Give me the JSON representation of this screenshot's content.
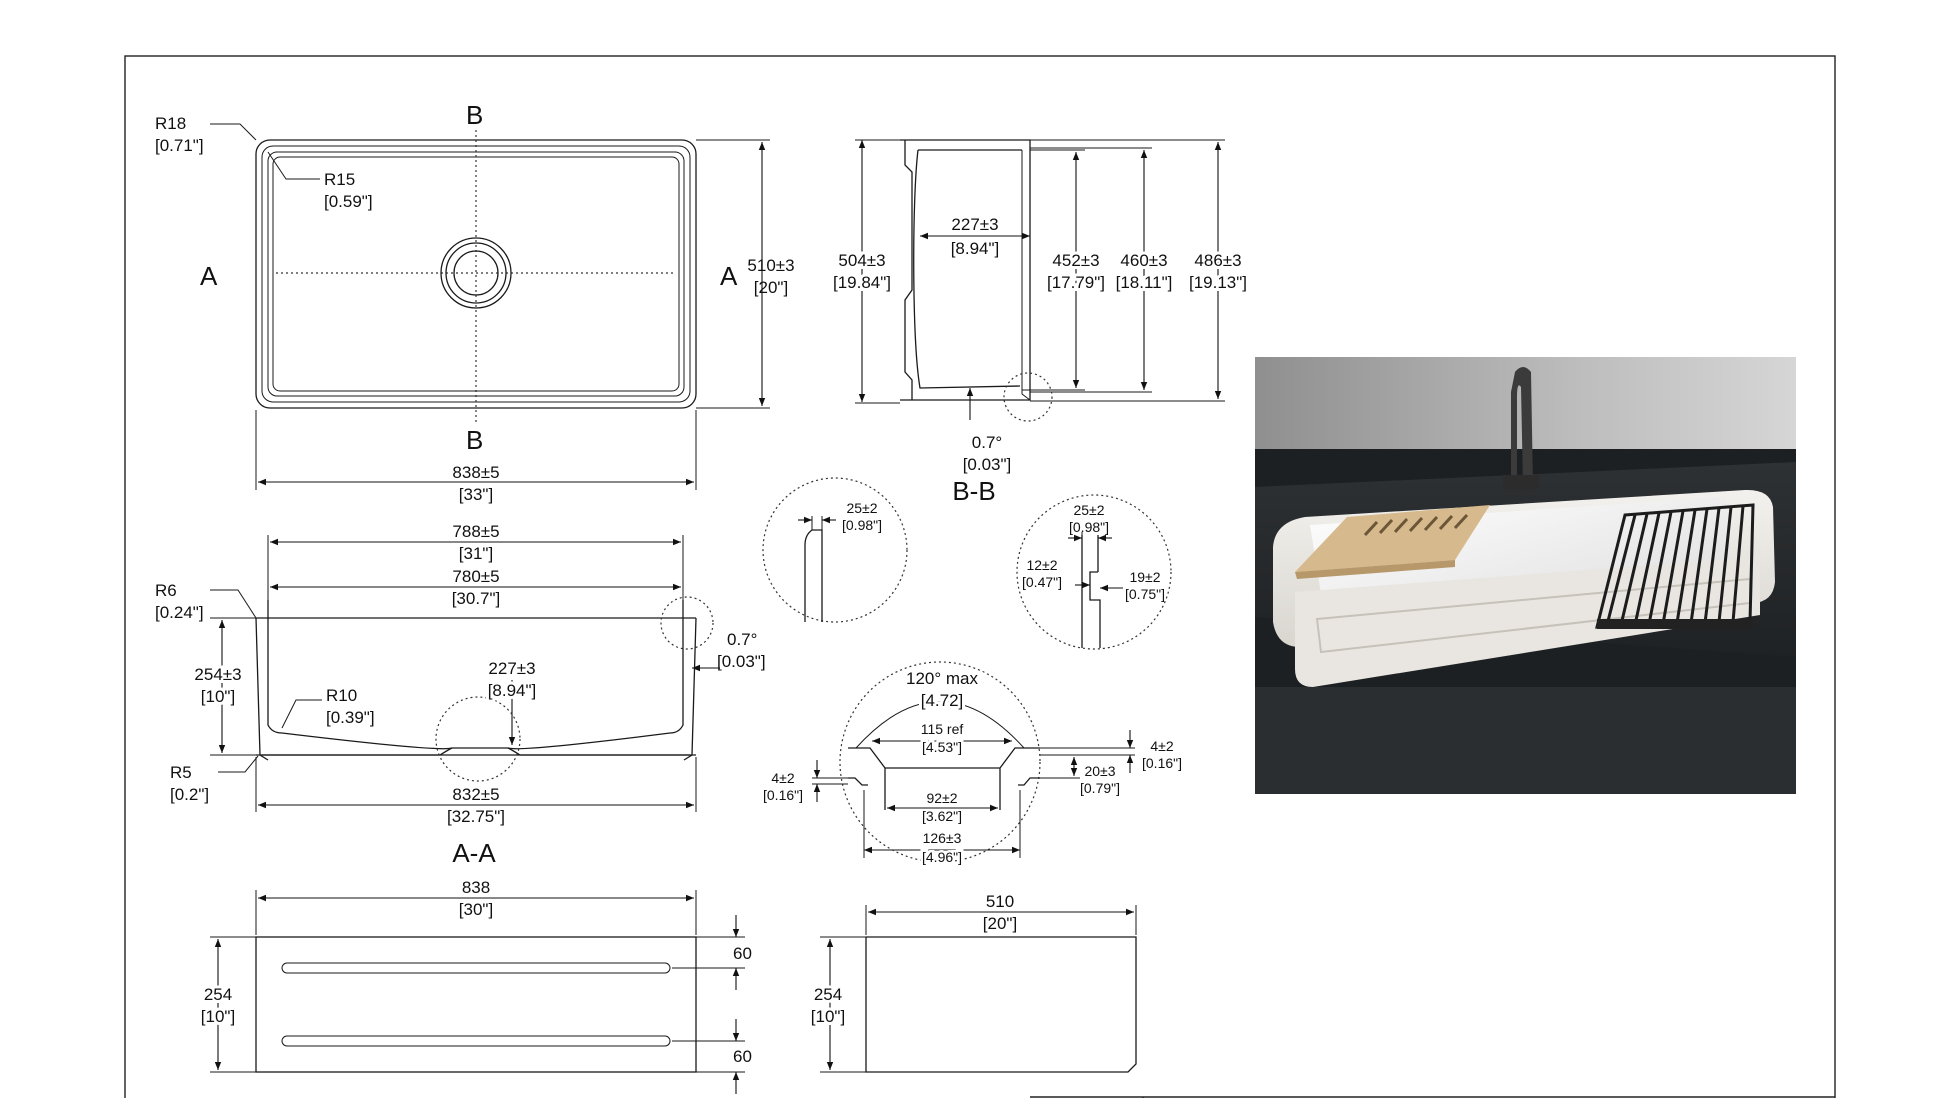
{
  "top_view": {
    "corner_outer_radius": "R18",
    "corner_outer_radius_in": "[0.71\"]",
    "corner_inner_radius": "R15",
    "corner_inner_radius_in": "[0.59\"]",
    "section_a_left": "A",
    "section_a_right": "A",
    "section_b_top": "B",
    "section_b_bottom": "B",
    "depth": "510±3",
    "depth_in": "[20\"]",
    "width": "838±5",
    "width_in": "[33\"]"
  },
  "section_bb": {
    "title": "B-B",
    "overall_height": "504±3",
    "overall_height_in": "[19.84\"]",
    "bowl_depth": "227±3",
    "bowl_depth_in": "[8.94\"]",
    "height_1": "452±3",
    "height_1_in": "[17.79\"]",
    "height_2": "460±3",
    "height_2_in": "[18.11\"]",
    "height_3": "486±3",
    "height_3_in": "[19.13\"]",
    "draft_angle": "0.7°",
    "draft_angle_in": "[0.03\"]"
  },
  "detail_wall": {
    "thickness": "25±2",
    "thickness_in": "[0.98\"]"
  },
  "detail_ledge": {
    "thickness": "25±2",
    "thickness_in": "[0.98\"]",
    "ledge_a": "12±2",
    "ledge_a_in": "[0.47\"]",
    "ledge_b": "19±2",
    "ledge_b_in": "[0.75\"]"
  },
  "section_aa": {
    "title": "A-A",
    "top_width": "788±5",
    "top_width_in": "[31\"]",
    "inner_width": "780±5",
    "inner_width_in": "[30.7\"]",
    "corner_radius_top": "R6",
    "corner_radius_top_in": "[0.24\"]",
    "height": "254±3",
    "height_in": "[10\"]",
    "bowl_depth": "227±3",
    "bowl_depth_in": "[8.94\"]",
    "bottom_radius": "R10",
    "bottom_radius_in": "[0.39\"]",
    "foot_radius": "R5",
    "foot_radius_in": "[0.2\"]",
    "draft_angle": "0.7°",
    "draft_angle_in": "[0.03\"]",
    "bottom_width": "832±5",
    "bottom_width_in": "[32.75\"]"
  },
  "drain_detail": {
    "angle": "120° max",
    "angle_in": "[4.72]",
    "ref": "115 ref",
    "ref_in": "[4.53\"]",
    "inner": "92±2",
    "inner_in": "[3.62\"]",
    "outer": "126±3",
    "outer_in": "[4.96\"]",
    "lip_left": "4±2",
    "lip_left_in": "[0.16\"]",
    "lip_right": "4±2",
    "lip_right_in": "[0.16\"]",
    "depth": "20±3",
    "depth_in": "[0.79\"]"
  },
  "front_view": {
    "width": "838",
    "width_in": "[30\"]",
    "height": "254",
    "height_in": "[10\"]",
    "groove_top": "60",
    "groove_bottom": "60"
  },
  "side_view": {
    "depth": "510",
    "depth_in": "[20\"]",
    "height": "254",
    "height_in": "[10\"]"
  },
  "colors": {
    "line": "#1a1a1a",
    "background": "#ffffff"
  }
}
